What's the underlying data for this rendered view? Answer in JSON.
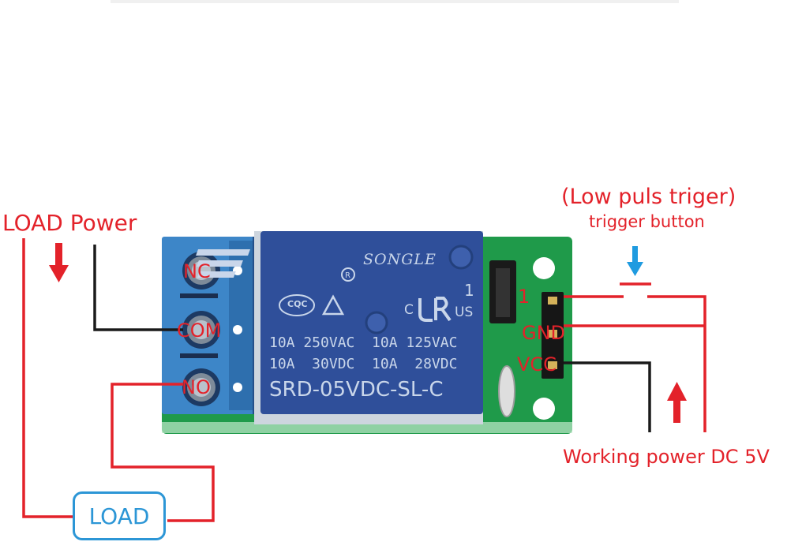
{
  "labels": {
    "load_power": "LOAD Power",
    "low_puls": "(Low puls triger)",
    "trigger_button": "trigger button",
    "working_power": "Working power DC 5V",
    "load": "LOAD"
  },
  "terminals": {
    "nc": "NC",
    "com": "COM",
    "no": "NO"
  },
  "pins": {
    "p1": "1",
    "gnd": "GND",
    "vcc": "VCC"
  },
  "relay": {
    "brand": "SONGLE",
    "line1": "10A 250VAC  10A 125VAC",
    "line2": "10A  30VDC  10A  28VDC",
    "model": "SRD-05VDC-SL-C",
    "mark_c": "C",
    "mark_us": "US",
    "mark_1": "1",
    "cqc": "CQC"
  },
  "colors": {
    "wire_red": "#e3222a",
    "wire_black": "#1a1a1a",
    "arrow_blue": "#1f9be0",
    "relay_blue": "#2f4f9a",
    "terminal_blue": "#3d86c8",
    "pcb_green": "#1f9a4a"
  }
}
